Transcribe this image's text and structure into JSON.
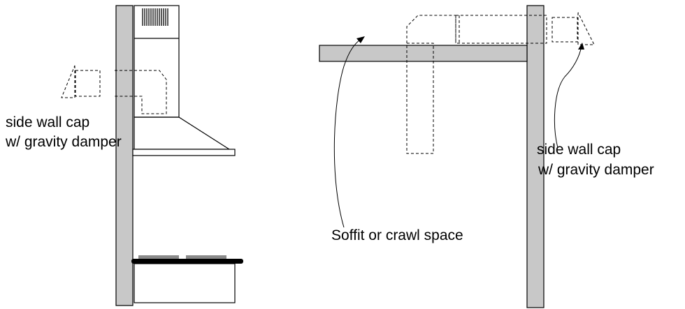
{
  "labels": {
    "left_cap_line1": "side wall cap",
    "left_cap_line2": "w/ gravity damper",
    "right_cap_line1": "side wall cap",
    "right_cap_line2": "w/ gravity damper",
    "soffit": "Soffit or crawl space"
  },
  "colors": {
    "wall_fill": "#c8c8c8",
    "stroke": "#000000",
    "burner": "#8a8a8a"
  }
}
